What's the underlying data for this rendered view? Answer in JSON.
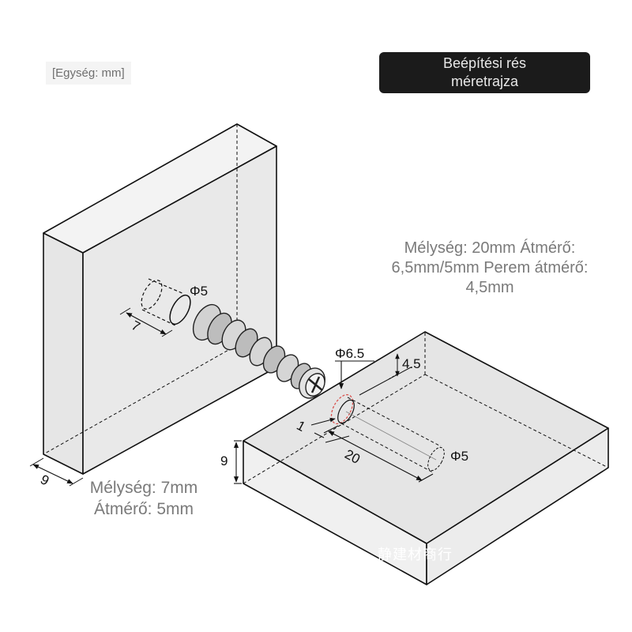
{
  "unit_label": "[Egység: mm]",
  "title": "Beépítési rés méretrajza",
  "note_right": "Mélység: 20mm Átmérő: 6,5mm/5mm Perem átmérő: 4,5mm",
  "note_left": "Mélység: 7mm Átmérő: 5mm",
  "watermark": "……静建材商行",
  "dimensions": {
    "left_hole_diameter": "Φ5",
    "left_hole_depth": "7",
    "left_panel_thickness": "9",
    "right_counterbore_diameter": "Φ6.5",
    "right_offset": "4.5",
    "right_flange": "1",
    "right_depth": "20",
    "right_hole_diameter": "Φ5",
    "right_panel_thickness": "9"
  },
  "colors": {
    "panel_fill": "#e9e9e9",
    "line": "#111111",
    "counterbore": "#d9534f",
    "title_bg": "#1b1b1b"
  }
}
